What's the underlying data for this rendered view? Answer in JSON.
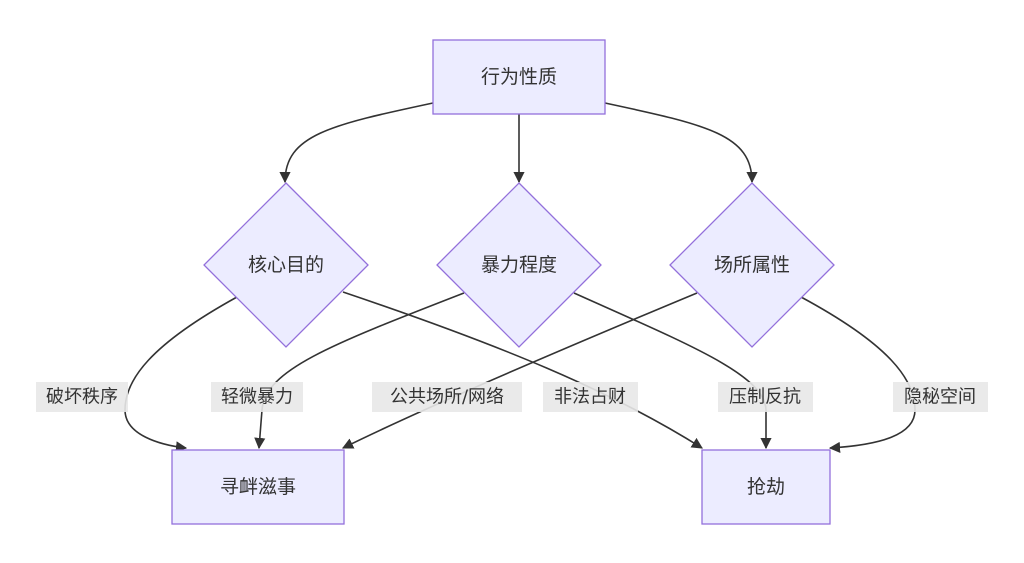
{
  "nodes": {
    "nature": "行为性质",
    "purpose": "核心目的",
    "violence": "暴力程度",
    "venue": "场所属性",
    "provoking": "寻衅滋事",
    "robbery": "抢劫"
  },
  "edge_labels": {
    "purpose_provoking": "破坏秩序",
    "purpose_robbery": "非法占财",
    "violence_provoking": "轻微暴力",
    "violence_robbery": "压制反抗",
    "venue_provoking": "公共场所/网络",
    "venue_robbery": "隐秘空间"
  },
  "colors": {
    "node_fill": "#ECECFF",
    "node_stroke": "#9370DB",
    "edge": "#333333",
    "label_bg": "#e8e8e8"
  }
}
